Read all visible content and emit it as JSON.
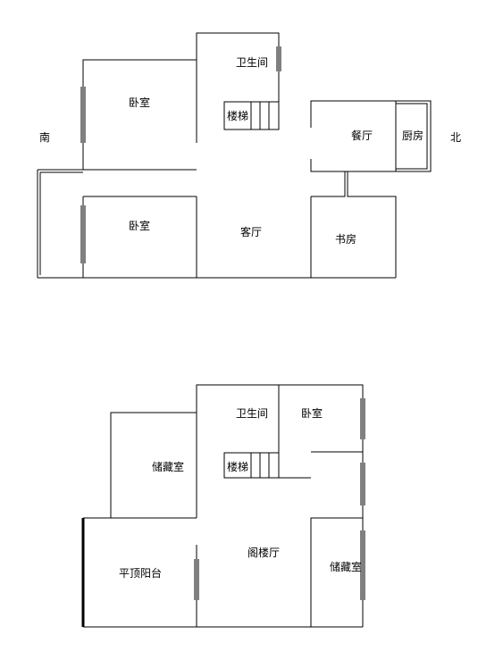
{
  "compass": {
    "south": "南",
    "north": "北"
  },
  "floor1": {
    "bathroom": "卫生间",
    "stairs": "楼梯",
    "bedroom_top": "卧室",
    "bedroom_bottom": "卧室",
    "dining": "餐厅",
    "kitchen": "厨房",
    "living": "客厅",
    "study": "书房"
  },
  "floor2": {
    "bathroom": "卫生间",
    "bedroom": "卧室",
    "storage_left": "储藏室",
    "stairs": "楼梯",
    "attic_hall": "阁楼厅",
    "terrace": "平顶阳台",
    "storage_right": "储藏室"
  }
}
